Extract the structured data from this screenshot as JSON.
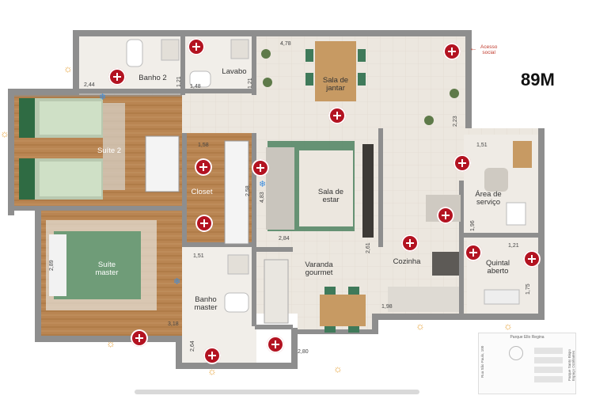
{
  "area_label": "89M",
  "access": {
    "label": "Acesso\nsocial"
  },
  "rooms": {
    "banho2": "Banho 2",
    "lavabo": "Lavabo",
    "sala_jantar": "Sala de\njantar",
    "suite2": "Suíte 2",
    "closet": "Closet",
    "sala_estar": "Sala de\nestar",
    "area_servico": "Área de\nserviço",
    "suite_master": "Suíte\nmaster",
    "varanda": "Varanda\ngourmet",
    "cozinha": "Cozinha",
    "quintal": "Quintal\naberto",
    "banho_master": "Banho\nmaster"
  },
  "dimensions": {
    "d244": "2,44",
    "d121a": "1,21",
    "d148": "1,48",
    "d121b": "1,21",
    "d478": "4,78",
    "d223": "2,23",
    "d158": "1,58",
    "d258": "2,58",
    "d483": "4,83",
    "d151a": "1,51",
    "d284a": "2,84",
    "d196": "1,96",
    "d121c": "1,21",
    "d289": "2,89",
    "d151b": "1,51",
    "d261": "2,61",
    "d175": "1,75",
    "d198": "1,98",
    "d318": "3,18",
    "d264": "2,64",
    "d280": "2,80"
  },
  "keymap": {
    "title": "Parque Ello Regina",
    "left_street": "Rua São Paulo, 100",
    "right_street": "Parque Santo Bispo\nEspaço Ozzillantes"
  },
  "colors": {
    "wall": "#8e8e8e",
    "floor_light": "#ebe5dc",
    "floor_wood": "#b5804f",
    "grass": "#6aa878",
    "pin": "#b31321",
    "sun": "#e8a640",
    "ac": "#3e8ede"
  },
  "icons": {
    "pin": "plus-circle-icon",
    "sun": "sun-icon",
    "ac": "snowflake-icon",
    "arrow": "arrow-left-icon"
  }
}
